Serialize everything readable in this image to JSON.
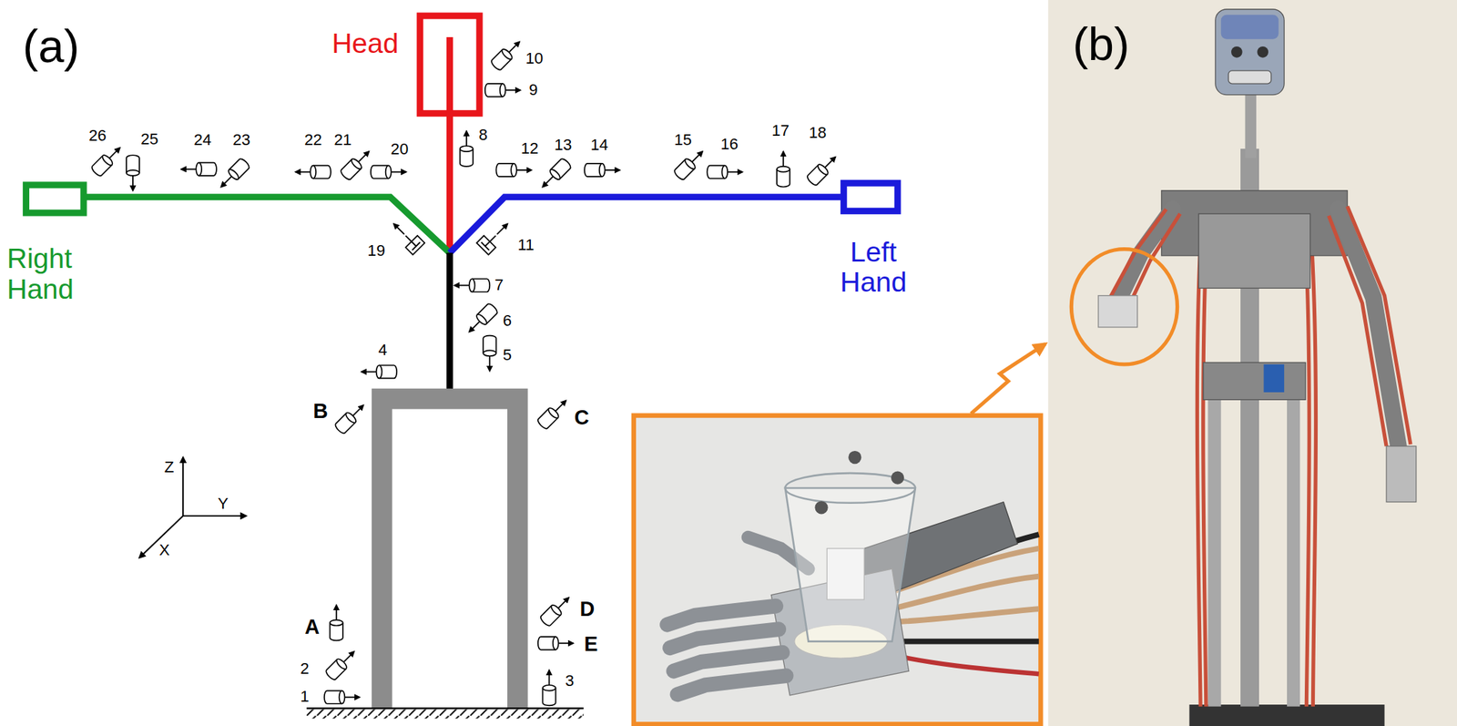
{
  "diagram": {
    "labels": [
      "(a)",
      "Head",
      "10",
      "9",
      "26",
      "25",
      "24",
      "23",
      "22",
      "21",
      "20",
      "8",
      "12",
      "13",
      "14",
      "15",
      "16",
      "17",
      "18",
      "(b)",
      "Right Hand",
      "19",
      "11",
      "Left Hand",
      "7",
      "6",
      "5",
      "4",
      "B",
      "C",
      "Z",
      "Y",
      "X",
      "A",
      "D",
      "2",
      "E",
      "1",
      "3"
    ]
  }
}
